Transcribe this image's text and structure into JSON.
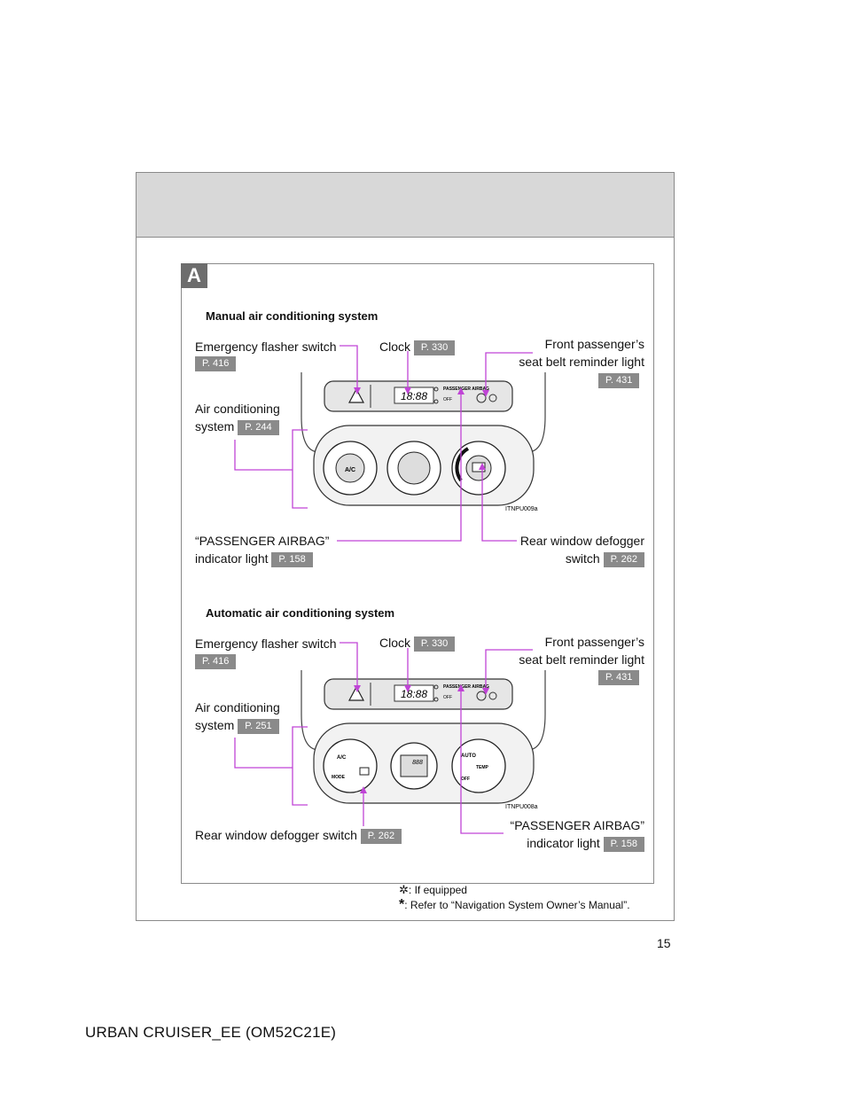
{
  "page": {
    "number": "15",
    "footer": "URBAN CRUISER_EE (OM52C21E)"
  },
  "section": {
    "badge": "A"
  },
  "manual": {
    "title": "Manual air conditioning system",
    "flasher": {
      "label": "Emergency flasher switch",
      "ref": "P. 416"
    },
    "clock": {
      "label": "Clock",
      "ref": "P. 330"
    },
    "seatbelt": {
      "line1": "Front passenger’s",
      "line2": "seat belt reminder light",
      "ref": "P. 431"
    },
    "ac": {
      "line1": "Air conditioning",
      "line2": "system",
      "ref": "P. 244"
    },
    "airbag": {
      "line1": "“PASSENGER AIRBAG”",
      "line2": "indicator light",
      "ref": "P. 158"
    },
    "defogger": {
      "line1": "Rear window defogger",
      "line2": "switch",
      "ref": "P. 262"
    },
    "image_code": "ITNPU009a"
  },
  "automatic": {
    "title": "Automatic air conditioning system",
    "flasher": {
      "label": "Emergency flasher switch",
      "ref": "P. 416"
    },
    "clock": {
      "label": "Clock",
      "ref": "P. 330"
    },
    "seatbelt": {
      "line1": "Front passenger’s",
      "line2": "seat belt reminder light",
      "ref": "P. 431"
    },
    "ac": {
      "line1": "Air conditioning",
      "line2": "system",
      "ref": "P. 251"
    },
    "defogger": {
      "label": "Rear window defogger switch",
      "ref": "P. 262"
    },
    "airbag": {
      "line1": "“PASSENGER AIRBAG”",
      "line2": "indicator light",
      "ref": "P. 158"
    },
    "image_code": "ITNPU008a"
  },
  "panel_text": {
    "passenger_airbag": "PASSENGER AIRBAG",
    "off": "OFF",
    "clock_display": "18:88",
    "ac_button": "A/C",
    "auto_button": "AUTO",
    "temp_button": "TEMP",
    "mode_button": "MODE",
    "off_button": "OFF",
    "fan_digits": "888"
  },
  "footnotes": {
    "equipped": ": If equipped",
    "navigation": ": Refer to “Navigation System Owner’s Manual”."
  },
  "colors": {
    "leader": "#c044d6",
    "ref_badge": "#8a8a8a",
    "band": "#d8d8d8"
  }
}
